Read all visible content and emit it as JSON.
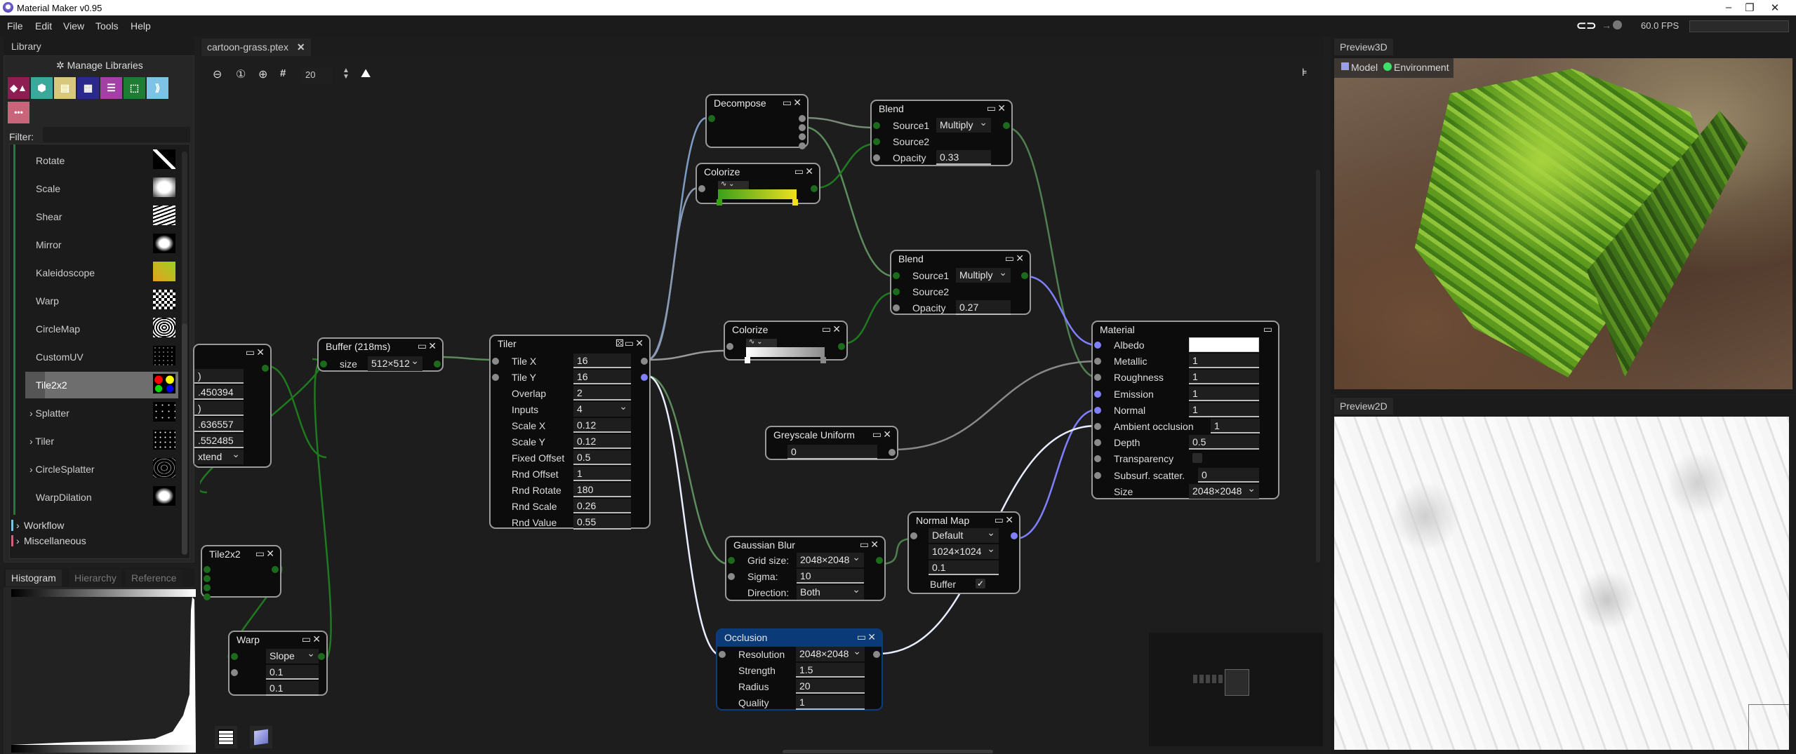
{
  "window": {
    "title": "Material Maker v0.95",
    "controls": [
      "minimize",
      "restore",
      "close"
    ]
  },
  "menu": [
    "File",
    "Edit",
    "View",
    "Tools",
    "Help"
  ],
  "status": {
    "fps": "60.0 FPS",
    "icons": [
      "link-icon",
      "arrow-right-icon",
      "globe-icon"
    ]
  },
  "library": {
    "tab": "Library",
    "manage_label": "Manage Libraries",
    "categories": [
      {
        "name": "simple",
        "color": "#8e1d52"
      },
      {
        "name": "3d",
        "color": "#3aa89a"
      },
      {
        "name": "pattern",
        "color": "#d8c77c"
      },
      {
        "name": "noise",
        "color": "#2a2a8c"
      },
      {
        "name": "filter",
        "color": "#a240a6"
      },
      {
        "name": "transform",
        "color": "#1f7d33"
      },
      {
        "name": "workflow",
        "color": "#7cc3e6"
      },
      {
        "name": "misc",
        "color": "#c9657a"
      }
    ],
    "filter_label": "Filter:",
    "filter_value": "",
    "items": [
      {
        "label": "Rotate",
        "expandable": false
      },
      {
        "label": "Scale",
        "expandable": false
      },
      {
        "label": "Shear",
        "expandable": false
      },
      {
        "label": "Mirror",
        "expandable": false
      },
      {
        "label": "Kaleidoscope",
        "expandable": false
      },
      {
        "label": "Warp",
        "expandable": false
      },
      {
        "label": "CircleMap",
        "expandable": false
      },
      {
        "label": "CustomUV",
        "expandable": false
      },
      {
        "label": "Tile2x2",
        "expandable": false,
        "selected": true
      },
      {
        "label": "Splatter",
        "expandable": true
      },
      {
        "label": "Tiler",
        "expandable": true
      },
      {
        "label": "CircleSplatter",
        "expandable": true
      },
      {
        "label": "WarpDilation",
        "expandable": false
      }
    ],
    "groups": [
      {
        "label": "Workflow",
        "color": "#7cc3e6"
      },
      {
        "label": "Miscellaneous",
        "color": "#c9657a"
      }
    ]
  },
  "bottom_panel": {
    "tabs": [
      "Histogram",
      "Hierarchy",
      "Reference"
    ],
    "active": "Histogram"
  },
  "graph": {
    "tab": "cartoon-grass.ptex",
    "zoom_snap": "20",
    "toolbar_icons": [
      "zoom-out-icon",
      "zoom-reset-icon",
      "zoom-in-icon",
      "grid-snap-icon",
      "snap-spinner",
      "minimap-icon"
    ],
    "nodes": [
      {
        "id": "cut",
        "title": "",
        "rows": [
          {
            "value": ")",
            "type": "num"
          },
          {
            "value": ".450394",
            "type": "num"
          },
          {
            "value": ")",
            "type": "num"
          },
          {
            "value": ".636557",
            "type": "num"
          },
          {
            "value": ".552485",
            "type": "num"
          },
          {
            "value": "xtend",
            "type": "sel"
          }
        ]
      },
      {
        "id": "buffer",
        "title": "Buffer (218ms)",
        "rows": [
          {
            "label": "size",
            "value": "512×512",
            "type": "sel"
          }
        ]
      },
      {
        "id": "tiler",
        "title": "Tiler",
        "rows": [
          {
            "label": "Tile X",
            "value": "16",
            "type": "num"
          },
          {
            "label": "Tile Y",
            "value": "16",
            "type": "num"
          },
          {
            "label": "Overlap",
            "value": "2",
            "type": "num"
          },
          {
            "label": "Inputs",
            "value": "4",
            "type": "sel"
          },
          {
            "label": "Scale X",
            "value": "0.12",
            "type": "num"
          },
          {
            "label": "Scale Y",
            "value": "0.12",
            "type": "num"
          },
          {
            "label": "Fixed Offset",
            "value": "0.5",
            "type": "num"
          },
          {
            "label": "Rnd Offset",
            "value": "1",
            "type": "num"
          },
          {
            "label": "Rnd Rotate",
            "value": "180",
            "type": "num"
          },
          {
            "label": "Rnd Scale",
            "value": "0.26",
            "type": "num"
          },
          {
            "label": "Rnd Value",
            "value": "0.55",
            "type": "num"
          }
        ]
      },
      {
        "id": "decompose",
        "title": "Decompose",
        "rows": []
      },
      {
        "id": "colorize1",
        "title": "Colorize",
        "rows": [
          {
            "type": "gradient",
            "colors": [
              "#3aa01a",
              "#f0e020"
            ]
          }
        ]
      },
      {
        "id": "blend1",
        "title": "Blend",
        "rows": [
          {
            "label": "Source1",
            "value": "Multiply",
            "type": "sel"
          },
          {
            "label": "Source2"
          },
          {
            "label": "Opacity",
            "value": "0.33",
            "type": "num"
          }
        ]
      },
      {
        "id": "blend2",
        "title": "Blend",
        "rows": [
          {
            "label": "Source1",
            "value": "Multiply",
            "type": "sel"
          },
          {
            "label": "Source2"
          },
          {
            "label": "Opacity",
            "value": "0.27",
            "type": "num"
          }
        ]
      },
      {
        "id": "colorize2",
        "title": "Colorize",
        "rows": [
          {
            "type": "gradient",
            "colors": [
              "#ffffff",
              "#8a8a8a"
            ]
          }
        ]
      },
      {
        "id": "greyscale",
        "title": "Greyscale Uniform",
        "rows": [
          {
            "value": "0",
            "type": "num"
          }
        ]
      },
      {
        "id": "material",
        "title": "Material",
        "rows": [
          {
            "label": "Albedo",
            "value": "",
            "type": "color",
            "color": "#ffffff"
          },
          {
            "label": "Metallic",
            "value": "1",
            "type": "num"
          },
          {
            "label": "Roughness",
            "value": "1",
            "type": "num"
          },
          {
            "label": "Emission",
            "value": "1",
            "type": "num"
          },
          {
            "label": "Normal",
            "value": "1",
            "type": "num"
          },
          {
            "label": "Ambient occlusion",
            "value": "1",
            "type": "num"
          },
          {
            "label": "Depth",
            "value": "0.5",
            "type": "num"
          },
          {
            "label": "Transparency",
            "value": false,
            "type": "check"
          },
          {
            "label": "Subsurf. scatter.",
            "value": "0",
            "type": "num"
          },
          {
            "label": "Size",
            "value": "2048×2048",
            "type": "sel"
          }
        ]
      },
      {
        "id": "gaussian",
        "title": "Gaussian Blur",
        "rows": [
          {
            "label": "Grid size:",
            "value": "2048×2048",
            "type": "sel"
          },
          {
            "label": "Sigma:",
            "value": "10",
            "type": "num"
          },
          {
            "label": "Direction:",
            "value": "Both",
            "type": "sel"
          }
        ]
      },
      {
        "id": "normalmap",
        "title": "Normal Map",
        "rows": [
          {
            "value": "Default",
            "type": "sel"
          },
          {
            "value": "1024×1024",
            "type": "sel"
          },
          {
            "value": "0.1",
            "type": "num"
          },
          {
            "label": "Buffer",
            "value": true,
            "type": "check"
          }
        ]
      },
      {
        "id": "occlusion",
        "title": "Occlusion",
        "selected": true,
        "rows": [
          {
            "label": "Resolution",
            "value": "2048×2048",
            "type": "sel"
          },
          {
            "label": "Strength",
            "value": "1.5",
            "type": "num"
          },
          {
            "label": "Radius",
            "value": "20",
            "type": "num"
          },
          {
            "label": "Quality",
            "value": "1",
            "type": "num"
          }
        ]
      },
      {
        "id": "tile2x2",
        "title": "Tile2x2",
        "rows": []
      },
      {
        "id": "warp",
        "title": "Warp",
        "rows": [
          {
            "value": "Slope",
            "type": "sel"
          },
          {
            "value": "0.1",
            "type": "num"
          },
          {
            "value": "0.1",
            "type": "num"
          }
        ]
      }
    ],
    "port_colors": {
      "rgba": "#1c6b1c",
      "greyscale": "#8a8a8a",
      "rgb": "#8080ff"
    }
  },
  "preview3d": {
    "tab": "Preview3D",
    "model_label": "Model",
    "environment_label": "Environment"
  },
  "preview2d": {
    "tab": "Preview2D"
  }
}
